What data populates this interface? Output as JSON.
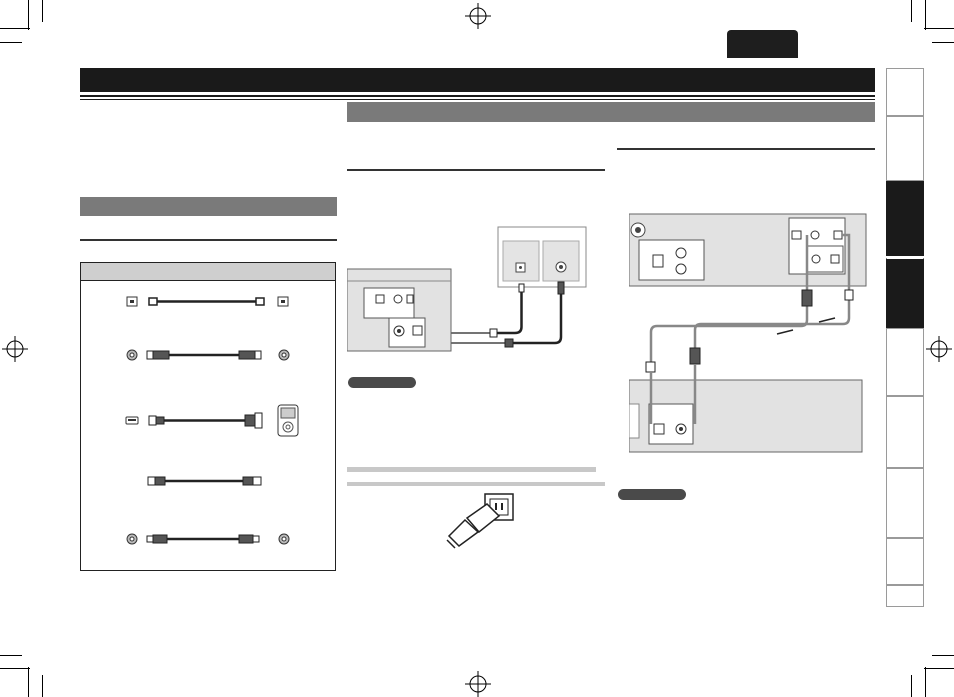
{
  "page": {
    "language_tab": "",
    "title": "",
    "sections": {
      "left_header": "",
      "cable_table_header": "",
      "right_header": ""
    },
    "side_tabs": [
      {
        "label": "",
        "active": false
      },
      {
        "label": "",
        "active": false
      },
      {
        "label": "",
        "active": true
      },
      {
        "label": "",
        "active": true
      },
      {
        "label": "",
        "active": false
      },
      {
        "label": "",
        "active": false
      },
      {
        "label": "",
        "active": false
      },
      {
        "label": "",
        "active": false
      },
      {
        "label": "",
        "active": false
      }
    ],
    "cables": [
      {
        "name": "optical-cable",
        "connector": "optical"
      },
      {
        "name": "coaxial-digital-cable",
        "connector": "coaxial"
      },
      {
        "name": "usb-ipod-cable",
        "connector": "usb"
      },
      {
        "name": "usb-cable",
        "connector": "usb-b"
      },
      {
        "name": "audio-cable",
        "connector": "rca"
      }
    ],
    "colors": {
      "title_bar": "#1a1a1a",
      "section_header": "#7a7a7a",
      "note_pill": "#4a4a4a",
      "panel": "#e2e2e2"
    }
  }
}
